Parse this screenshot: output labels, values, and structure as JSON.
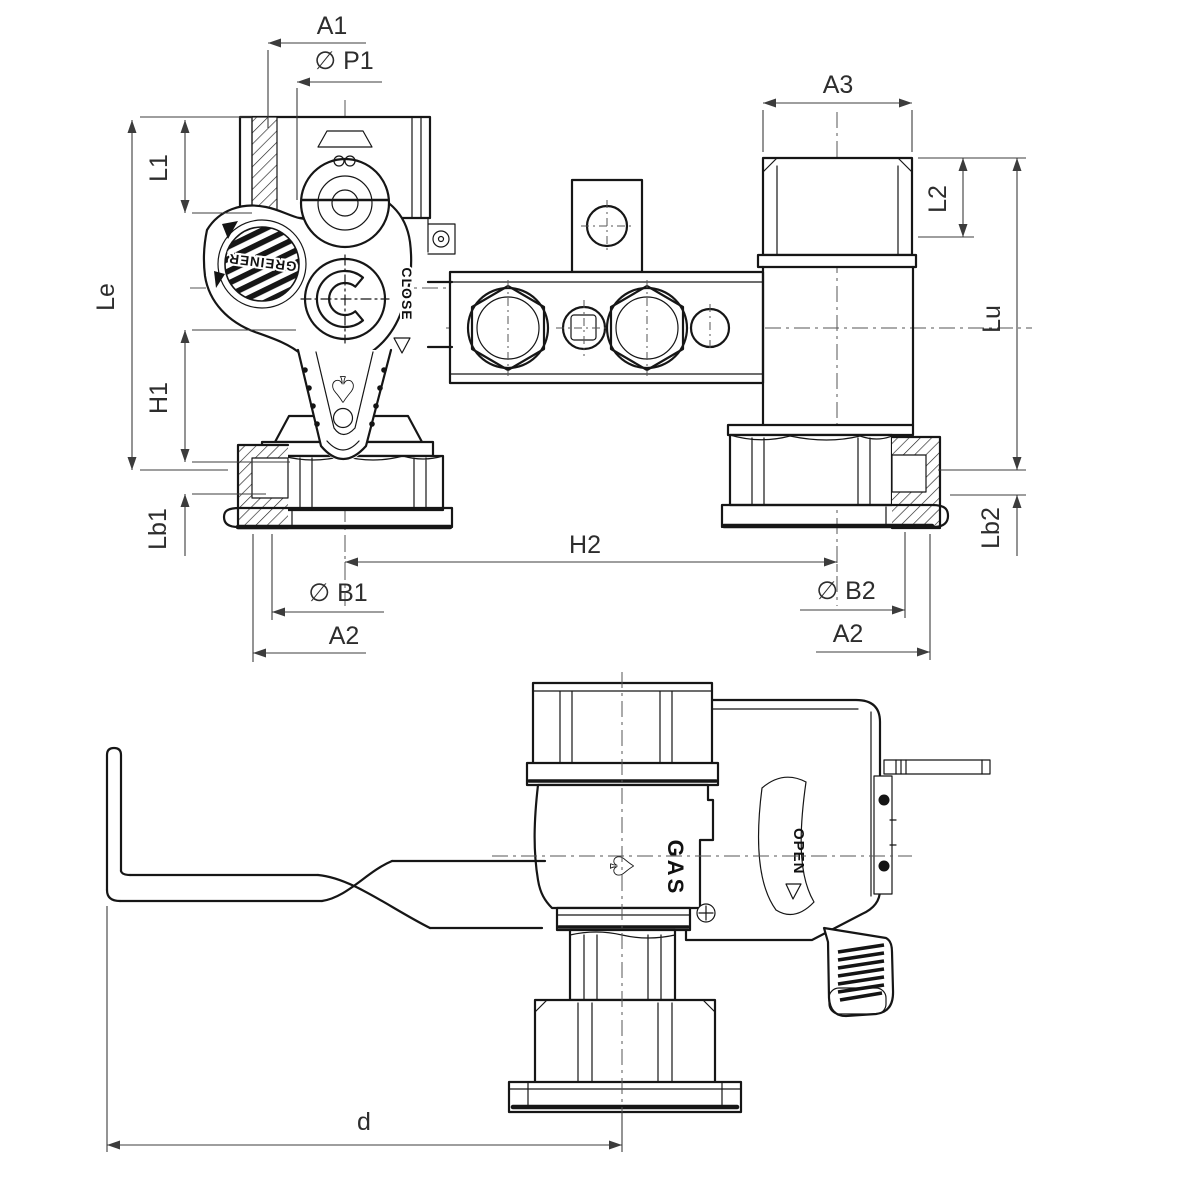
{
  "dims": {
    "a1": "A1",
    "p1": "∅ P1",
    "a3": "A3",
    "l1": "L1",
    "le": "Le",
    "h1": "H1",
    "lb1": "Lb1",
    "l2": "L2",
    "lu": "Lu",
    "lb2": "Lb2",
    "h2": "H2",
    "b1": "∅ B1",
    "b2": "∅ B2",
    "a2l": "A2",
    "a2r": "A2",
    "d": "d"
  },
  "marks": {
    "brand": "GREINER",
    "close": "CLOSE",
    "open": "OPEN",
    "gas": "GAS",
    "spade": "♠"
  },
  "colors": {
    "line": "#161616",
    "dimension": "#3c3c3c",
    "background": "#ffffff"
  }
}
